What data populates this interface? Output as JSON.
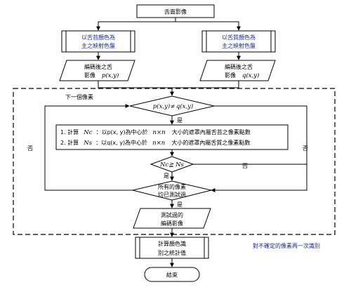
{
  "nodes": {
    "start": "舌面影像",
    "map_coat": [
      "以舌苔顏色為",
      "主之映射色盤"
    ],
    "map_body": [
      "以舌質顏色為",
      "主之映射色盤"
    ],
    "encoded_p": [
      "編碼後之舌",
      "影像"
    ],
    "encoded_p_math": "p(x,y)",
    "encoded_q": [
      "編碼後之舌",
      "影像"
    ],
    "encoded_q_math": "q(x,y)",
    "decision_pq_left": "p(x,y)",
    "decision_pq_op": "≠",
    "decision_pq_right": "q(x,y)",
    "calc1": {
      "prefix": "1. 計算",
      "var": "Nc",
      "mid1": "：以p(x,  y)為中心於",
      "size": "n×n",
      "tail": "大小的遮罩內屬舌苔之像素點數"
    },
    "calc2": {
      "prefix": "2. 計算",
      "var": "Ns",
      "mid1": "：以q(x, y)為中心於",
      "size": "n×n",
      "tail": "大小的遮罩內屬舌質之像素點數"
    },
    "decision_n": "Nc≧ Ns",
    "decision_all": [
      "所有的像素",
      "均已測試過"
    ],
    "tested": [
      "測試過的",
      "編碼影像"
    ],
    "stats": [
      "計算顏色識",
      "別之統計值"
    ],
    "end": "結束"
  },
  "labels": {
    "next_pixel": "下一個像素",
    "yes1": "是",
    "yes2": "是",
    "yes3": "是",
    "no_left": "否",
    "no_right": "否",
    "no_mid": "否",
    "note": "對不確定的像素再一次識別"
  },
  "colors": {
    "accent_text": "#1a2a9a"
  }
}
